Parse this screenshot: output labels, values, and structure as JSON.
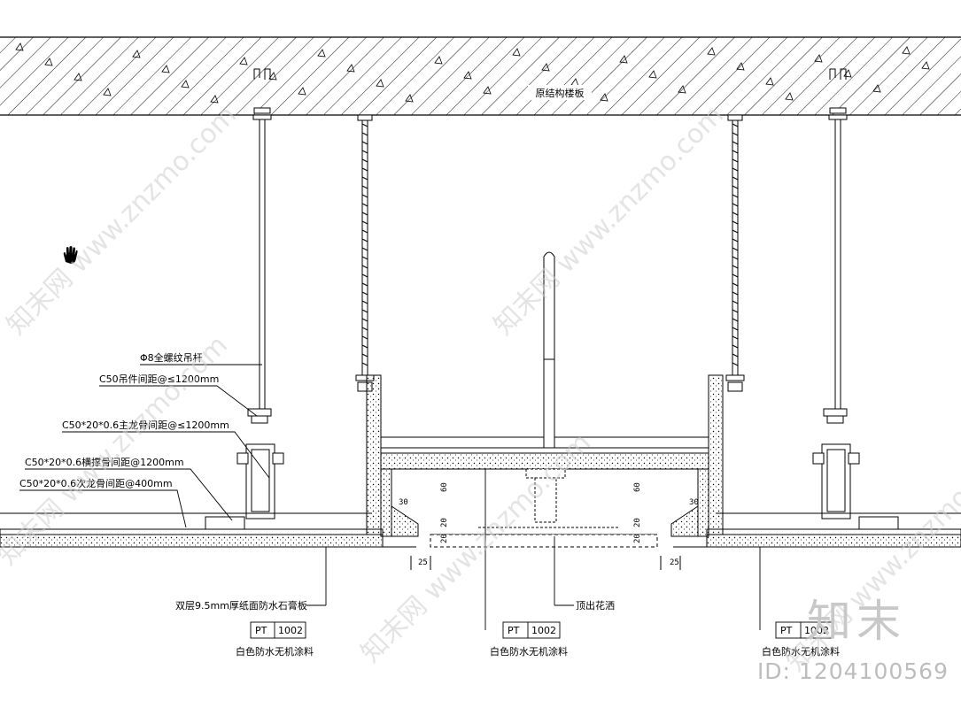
{
  "slab_label": "原结构楼板",
  "callouts": [
    "Φ8全螺纹吊杆",
    "C50吊件间距@≤1200mm",
    "C50*20*0.6主龙骨间距@≤1200mm",
    "C50*20*0.6横撑骨间距@1200mm",
    "C50*20*0.6次龙骨间距@400mm"
  ],
  "bottom_labels": {
    "board": "双层9.5mm厚纸面防水石膏板",
    "sprinkler": "顶出花洒"
  },
  "tags": [
    {
      "code": "PT",
      "num": "1002",
      "desc": "白色防水无机涂料"
    },
    {
      "code": "PT",
      "num": "1002",
      "desc": "白色防水无机涂料"
    },
    {
      "code": "PT",
      "num": "1002",
      "desc": "白色防水无机涂料"
    }
  ],
  "dims": {
    "left": [
      "30",
      "60",
      "20",
      "20",
      "25"
    ],
    "right": [
      "30",
      "60",
      "20",
      "20",
      "25"
    ]
  },
  "watermark": {
    "text": "知末网 www.znzmo.com",
    "logo": "知末",
    "id": "ID: 1204100569"
  },
  "colors": {
    "line": "#000000",
    "watermark": "#c8c8c8"
  },
  "icons": [
    "hand-cursor-icon"
  ]
}
